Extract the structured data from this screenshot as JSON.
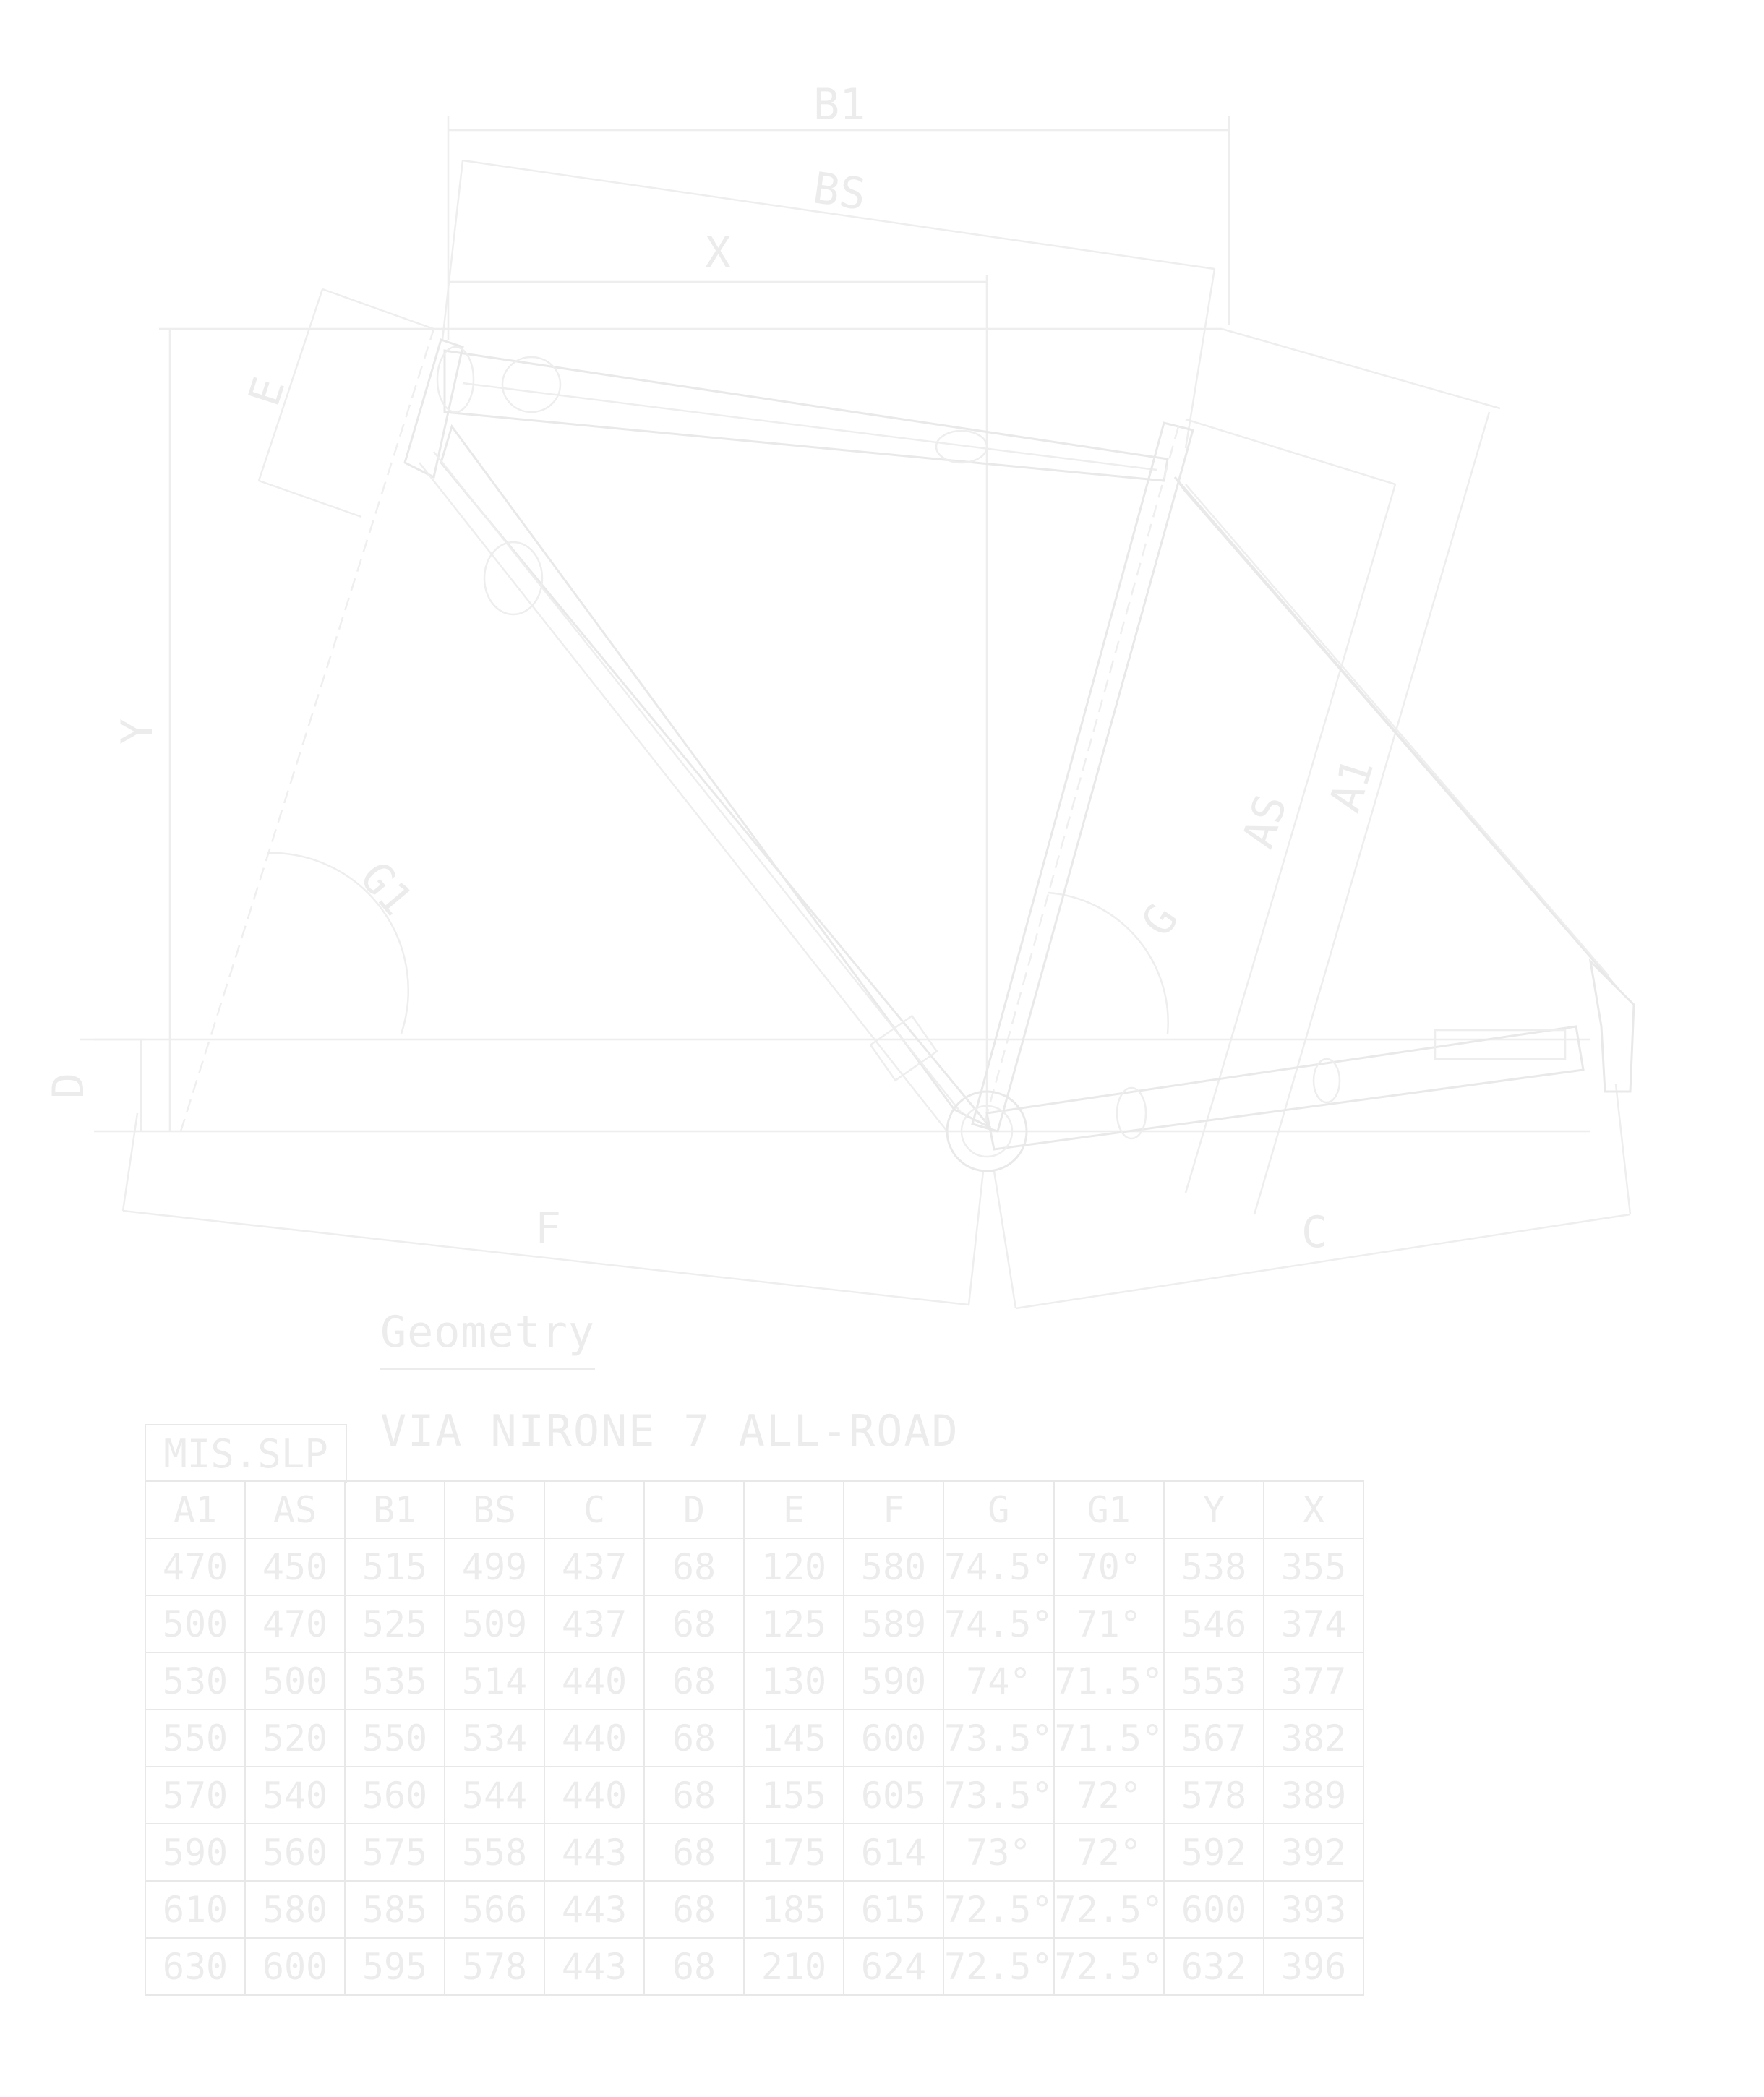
{
  "diagram": {
    "labels": {
      "b1": "B1",
      "bs": "BS",
      "x": "X",
      "e": "E",
      "y": "Y",
      "g1": "G1",
      "g": "G",
      "as": "AS",
      "a1": "A1",
      "d": "D",
      "f": "F",
      "c": "C"
    }
  },
  "geometry": {
    "title": "Geometry",
    "model": "VIA NIRONE 7 ALL-ROAD",
    "size_header": "MIS.SLP",
    "columns": [
      "A1",
      "AS",
      "B1",
      "BS",
      "C",
      "D",
      "E",
      "F",
      "G",
      "G1",
      "Y",
      "X"
    ],
    "rows": [
      [
        "470",
        "450",
        "515",
        "499",
        "437",
        "68",
        "120",
        "580",
        "74.5°",
        "70°",
        "538",
        "355"
      ],
      [
        "500",
        "470",
        "525",
        "509",
        "437",
        "68",
        "125",
        "589",
        "74.5°",
        "71°",
        "546",
        "374"
      ],
      [
        "530",
        "500",
        "535",
        "514",
        "440",
        "68",
        "130",
        "590",
        "74°",
        "71.5°",
        "553",
        "377"
      ],
      [
        "550",
        "520",
        "550",
        "534",
        "440",
        "68",
        "145",
        "600",
        "73.5°",
        "71.5°",
        "567",
        "382"
      ],
      [
        "570",
        "540",
        "560",
        "544",
        "440",
        "68",
        "155",
        "605",
        "73.5°",
        "72°",
        "578",
        "389"
      ],
      [
        "590",
        "560",
        "575",
        "558",
        "443",
        "68",
        "175",
        "614",
        "73°",
        "72°",
        "592",
        "392"
      ],
      [
        "610",
        "580",
        "585",
        "566",
        "443",
        "68",
        "185",
        "615",
        "72.5°",
        "72.5°",
        "600",
        "393"
      ],
      [
        "630",
        "600",
        "595",
        "578",
        "443",
        "68",
        "210",
        "624",
        "72.5°",
        "72.5°",
        "632",
        "396"
      ]
    ]
  }
}
